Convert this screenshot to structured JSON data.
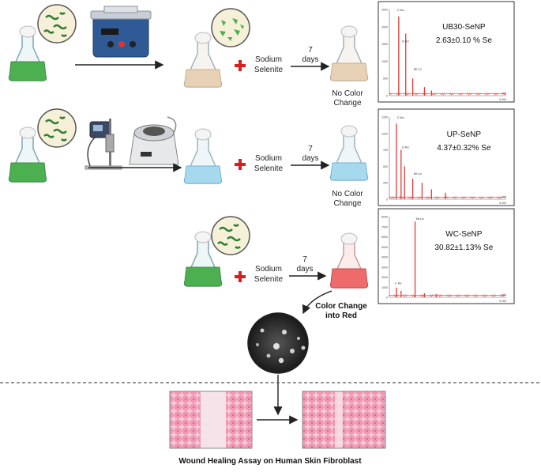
{
  "reagent": "Sodium Selenite",
  "reagent_line1": "Sodium",
  "reagent_line2": "Selenite",
  "duration": "7 days",
  "duration_line1": "7",
  "duration_line2": "days",
  "outcomes": {
    "none_line1": "No Color",
    "none_line2": "Change",
    "red_line1": "Color Change",
    "red_line2": "into Red"
  },
  "spectra": [
    {
      "title": "UB30-SeNP",
      "content": "2.63±0.10 % Se"
    },
    {
      "title": "UP-SeNP",
      "content": "4.37±0.32% Se"
    },
    {
      "title": "WC-SeNP",
      "content": "30.82±1.13% Se"
    }
  ],
  "spectrum_axis": {
    "y_ticks_1": [
      "2500",
      "2000",
      "1500",
      "1000",
      "500",
      "0"
    ],
    "y_ticks_2": [
      "1250",
      "1000",
      "750",
      "500",
      "250",
      "0"
    ],
    "y_ticks_3": [
      "8000",
      "7000",
      "6000",
      "5000",
      "4000",
      "3000",
      "2000",
      "1000",
      "0"
    ],
    "peak_ck": "C Kα",
    "peak_ok": "O Kα",
    "peak_se": "Se Lα",
    "x_end": "9.400",
    "unit": "keV"
  },
  "assay_caption": "Wound Healing Assay on Human Skin Fibroblast",
  "colors": {
    "green_liquid": "#4caf50",
    "beige_liquid": "#e8d2b6",
    "blue_liquid": "#a7d9ee",
    "red_liquid": "#ef6b6b",
    "plus_red": "#d62020",
    "spectrum_red": "#e53935",
    "cell_pink": "#f2a5bd"
  }
}
